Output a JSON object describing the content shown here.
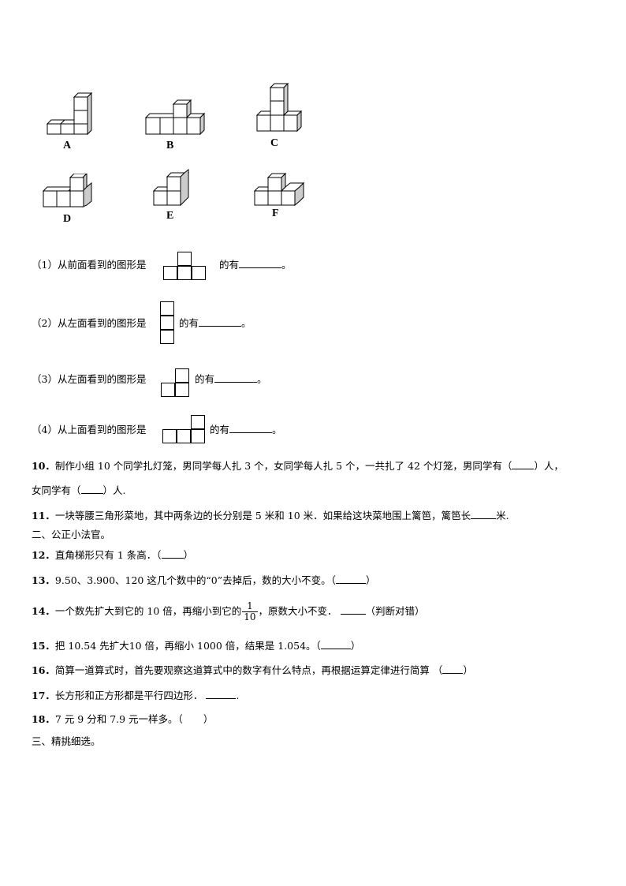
{
  "figures": {
    "labels": [
      "A",
      "B",
      "C",
      "D",
      "E",
      "F"
    ]
  },
  "sub_questions": [
    {
      "prefix": "（1）从前面看到的图形是",
      "suffix": "的有",
      "end": "。"
    },
    {
      "prefix": "（2）从左面看到的图形是",
      "suffix": "的有",
      "end": "。"
    },
    {
      "prefix": "（3）从左面看到的图形是",
      "suffix": "的有",
      "end": "。"
    },
    {
      "prefix": "（4）从上面看到的图形是",
      "suffix": "的有",
      "end": "。"
    }
  ],
  "questions": {
    "q10": {
      "num": "10．",
      "line1": "制作小组 10 个同学扎灯笼，男同学每人扎 3 个，女同学每人扎 5 个，一共扎了 42 个灯笼，男同学有（",
      "line1_end": "）人，",
      "line2": "女同学有（",
      "line2_end": "）人."
    },
    "q11": {
      "num": "11．",
      "text": "一块等腰三角形菜地，其中两条边的长分别是 5 米和 10 米．如果给这块菜地围上篱笆，篱笆长",
      "end": "米."
    },
    "section2": "二、公正小法官。",
    "q12": {
      "num": "12．",
      "text": "直角梯形只有 1 条高．（",
      "end": "）"
    },
    "q13": {
      "num": "13．",
      "text": "9.50、3.900、120 这几个数中的“0”去掉后，数的大小不变。（",
      "end": "）"
    },
    "q14": {
      "num": "14．",
      "text": "一个数先扩大到它的 10 倍，再缩小到它的",
      "frac_num": "1",
      "frac_den": "10",
      "text2": "，原数大小不变．",
      "end": "（判断对错）"
    },
    "q15": {
      "num": "15．",
      "text": "把 10.54 先扩大10 倍，再缩小 1000 倍，结果是 1.054。（",
      "end": "）"
    },
    "q16": {
      "num": "16．",
      "text": "简算一道算式时，首先要观察这道算式中的数字有什么特点，再根据运算定律进行简算 （",
      "end": "）"
    },
    "q17": {
      "num": "17．",
      "text": "长方形和正方形都是平行四边形．",
      "end": "."
    },
    "q18": {
      "num": "18．",
      "text": "7 元 9 分和 7.9 元一样多。（",
      "end": "）"
    },
    "section3": "三、精挑细选。"
  }
}
